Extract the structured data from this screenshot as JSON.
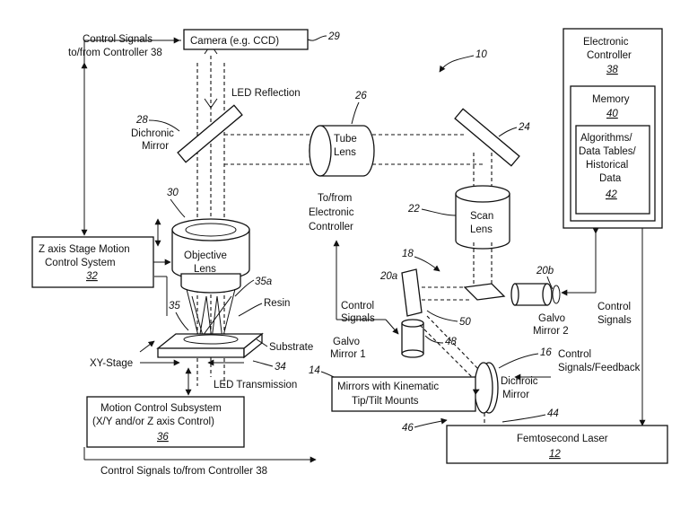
{
  "labels": {
    "control_signals_top": [
      "Control Signals",
      "to/from Controller 38"
    ],
    "camera": "Camera (e.g. CCD)",
    "ref_29": "29",
    "ref_10": "10",
    "electronic_controller": [
      "Electronic",
      "Controller"
    ],
    "ref_38": "38",
    "memory": "Memory",
    "ref_40": "40",
    "algorithms": [
      "Algorithms/",
      "Data Tables/",
      "Historical",
      "Data"
    ],
    "ref_42": "42",
    "led_reflection": "LED Reflection",
    "ref_28": "28",
    "dichronic_mirror_top": [
      "Dichronic",
      "Mirror"
    ],
    "ref_26": "26",
    "tube_lens": [
      "Tube",
      "Lens"
    ],
    "ref_24": "24",
    "ref_30": "30",
    "to_from_electronic": [
      "To/from",
      "Electronic",
      "Controller"
    ],
    "ref_22": "22",
    "scan_lens": [
      "Scan",
      "Lens"
    ],
    "z_axis_stage": [
      "Z axis Stage Motion",
      "Control System"
    ],
    "ref_32": "32",
    "objective_lens": [
      "Objective",
      "Lens"
    ],
    "ref_18": "18",
    "ref_20a": "20a",
    "ref_20b": "20b",
    "ref_35a": "35a",
    "resin": "Resin",
    "control_signals_mid": [
      "Control",
      "Signals"
    ],
    "galvo_mirror_2": [
      "Galvo",
      "Mirror 2"
    ],
    "control_signals_right": [
      "Control",
      "Signals"
    ],
    "ref_35": "35",
    "ref_50": "50",
    "substrate": "Substrate",
    "galvo_mirror_1": [
      "Galvo",
      "Mirror 1"
    ],
    "ref_48": "48",
    "control_signals_feedback": [
      "Control",
      "Signals/Feedback"
    ],
    "xy_stage": "XY-Stage",
    "ref_34": "34",
    "ref_14": "14",
    "ref_16": "16",
    "led_transmission": "LED Transmission",
    "mirrors_kinematic": [
      "Mirrors with Kinematic",
      "Tip/Tilt Mounts"
    ],
    "dichroic_mirror_right": [
      "Dichroic",
      "Mirror"
    ],
    "motion_control": [
      "Motion Control Subsystem",
      "(X/Y and/or Z axis Control)"
    ],
    "ref_36": "36",
    "ref_44": "44",
    "ref_46": "46",
    "femtosecond_laser": "Femtosecond Laser",
    "ref_12": "12",
    "control_signals_bottom": "Control Signals to/from Controller 38"
  }
}
